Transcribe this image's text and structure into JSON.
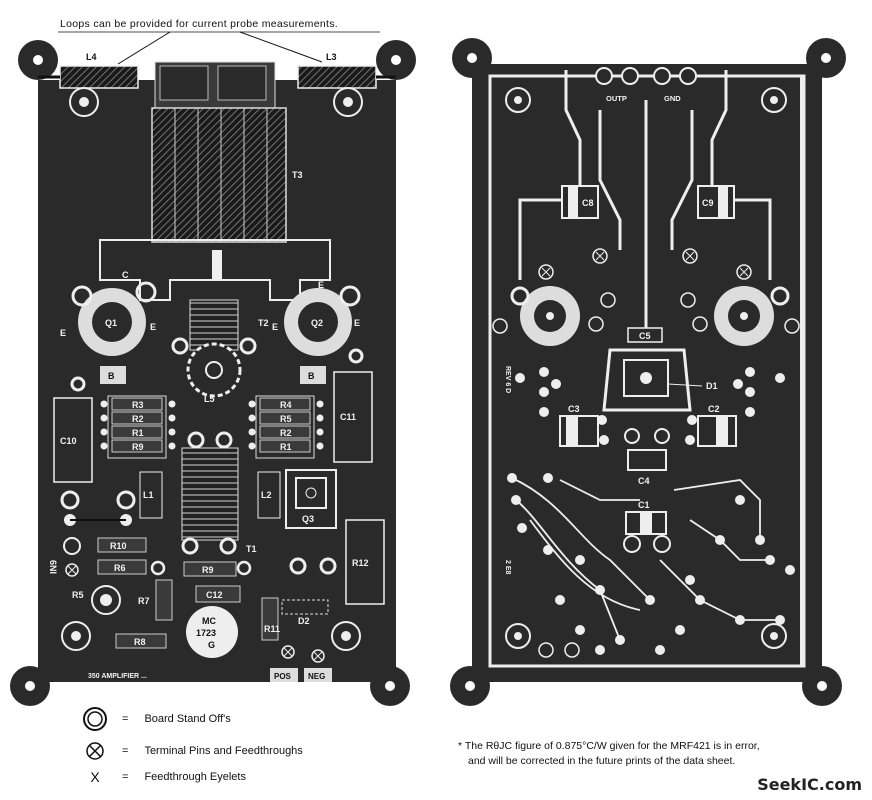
{
  "top_note": "Loops can be provided for current probe measurements.",
  "left_board": {
    "components": {
      "L4": "L4",
      "L3": "L3",
      "T3": "T3",
      "T2": "T2",
      "T1": "T1",
      "Q1": "Q1",
      "Q2": "Q2",
      "Q3": "Q3",
      "C10": "C10",
      "C11": "C11",
      "C12": "C12",
      "L1": "L1",
      "L2": "L2",
      "L5": "L5",
      "R1": "R1",
      "R2": "R2",
      "R3": "R3",
      "R4": "R4",
      "R5": "R5",
      "R6": "R6",
      "R7": "R7",
      "R8": "R8",
      "R9": "R9",
      "R10": "R10",
      "R11": "R11",
      "R12": "R12",
      "D2": "D2",
      "IC_line1": "MC",
      "IC_line2": "1723",
      "IC_line3": "G",
      "C": "C",
      "E": "E",
      "B": "B",
      "side_text": "6NI",
      "bottom_text": "350 AMPLIFIER ...",
      "POS": "POS",
      "NEG": "NEG"
    }
  },
  "right_board": {
    "labels": {
      "OUTP": "OUTP",
      "GND": "GND",
      "C8": "C8",
      "C9": "C9",
      "C5": "C5",
      "C4": "C4",
      "C3": "C3",
      "C2": "C2",
      "C1": "C1",
      "D1": "D1",
      "rev": "REV 6 D",
      "side_code": "2 E8"
    }
  },
  "legend": [
    {
      "symbol": "board-standoff-icon",
      "text": "Board Stand Off's"
    },
    {
      "symbol": "terminal-pin-icon",
      "text": "Terminal Pins and Feedthroughs"
    },
    {
      "symbol": "feedthrough-eyelet-icon",
      "text": "Feedthrough Eyelets"
    }
  ],
  "legend_eq": "=",
  "legend_x": "X",
  "footnote_line1": "* The RθJC figure of 0.875°C/W given for the MRF421 is in error,",
  "footnote_line2": "and will be corrected in the future prints of the data sheet.",
  "watermark": "SeekIC.com"
}
